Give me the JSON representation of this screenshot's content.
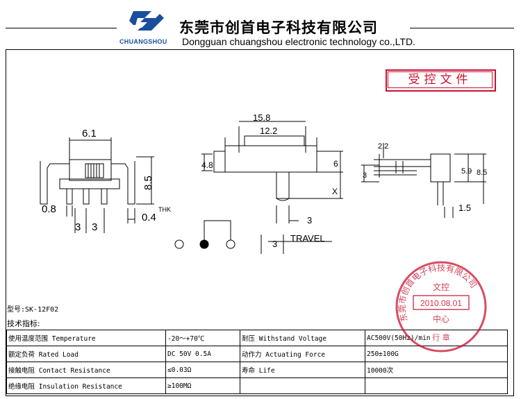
{
  "header": {
    "brand_name": "CHUANGSHOU",
    "company_cn": "东莞市创首电子科技有限公司",
    "company_en": "Dongguan chuangshou electronic technology co.,LTD."
  },
  "stamp_label": "受控文件",
  "drawing": {
    "front": {
      "width": "6.1",
      "height": "8.5",
      "pin_pitch_1": "3",
      "pin_pitch_2": "3",
      "pin_width": "0.8",
      "thickness": "0.4",
      "thk": "THK"
    },
    "side": {
      "overall": "15.8",
      "actuator": "12.2",
      "height_left": "4.8",
      "height_right": "6",
      "lever": "X",
      "lever_offset": "3"
    },
    "right": {
      "top": "2.2",
      "left": "3",
      "inner": "5.9",
      "outer": "8.5",
      "bottom": "1.5"
    },
    "travel": {
      "value": "3",
      "label": "TRAVEL"
    }
  },
  "model_line": "型号:SK-12F02",
  "spec_heading": "技术指标:",
  "specs": [
    [
      "使用温度范围 Temperature",
      "-20～+70℃",
      "耐压 Withstand Voltage",
      "AC500V(50Hz)/min"
    ],
    [
      "额定负荷 Rated Load",
      "DC 50V 0.5A",
      "动作力 Actuating Force",
      "250±100G"
    ],
    [
      "接触电阻 Contact Resistance",
      "≤0.03Ω",
      "寿命 Life",
      "10000次"
    ],
    [
      "绝缘电阻 Insulation Resistance",
      "≥100MΩ",
      "",
      ""
    ]
  ],
  "seal": {
    "ring_text": "东莞市创首电子科技有限公司",
    "center_top": "文控",
    "date": "2010.08.01",
    "center_bottom": "中心",
    "bottom_text": "行 章"
  },
  "colors": {
    "brand_blue": "#1a4f9c",
    "stamp_red": "#c8102e"
  }
}
